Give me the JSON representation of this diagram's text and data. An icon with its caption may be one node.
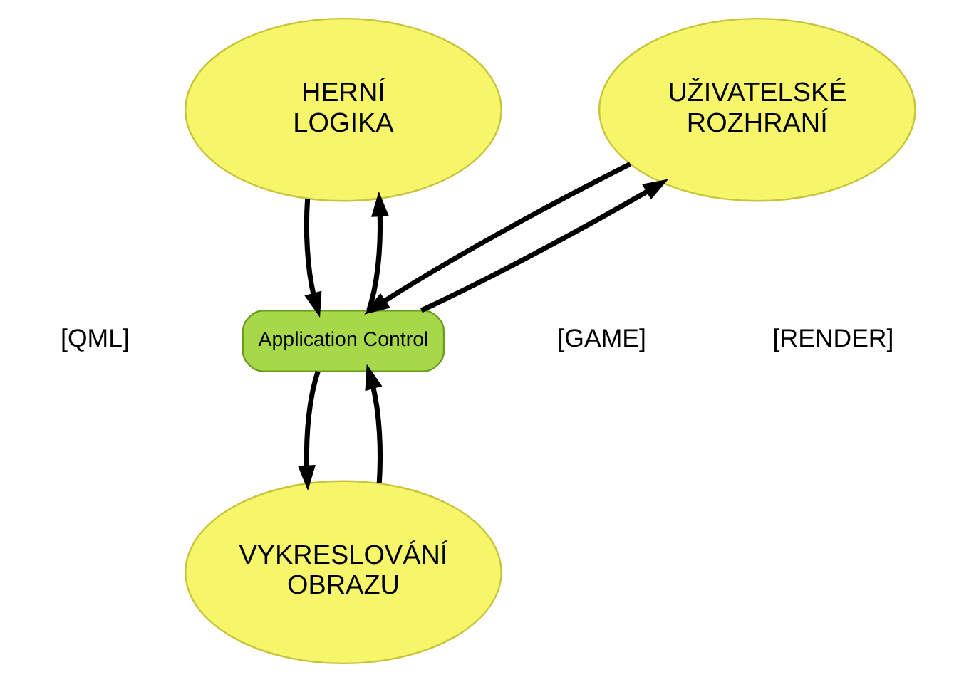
{
  "diagram": {
    "nodes": [
      {
        "text": [
          "UŽIVATELSKÉ ROZHRANÍ"
        ]
      },
      {
        "text": [
          "HERNÍ LOGIKA"
        ]
      },
      {
        "text": [
          "Application Control"
        ]
      },
      {
        "text": [
          "VYKRESLOVÁNÍ OBRAZU"
        ]
      }
    ],
    "edges": [
      {
        "from": 0,
        "to": 2,
        "arrow": "to"
      },
      {
        "from": 2,
        "to": 0,
        "arrow": "to"
      },
      {
        "from": 1,
        "to": 2,
        "arrow": "to"
      },
      {
        "from": 2,
        "to": 1,
        "arrow": "to"
      },
      {
        "from": 2,
        "to": 3,
        "arrow": "to"
      },
      {
        "from": 3,
        "to": 2,
        "arrow": "to"
      }
    ],
    "labels": [
      "[QML]",
      "[GAME]",
      "[RENDER]"
    ]
  }
}
